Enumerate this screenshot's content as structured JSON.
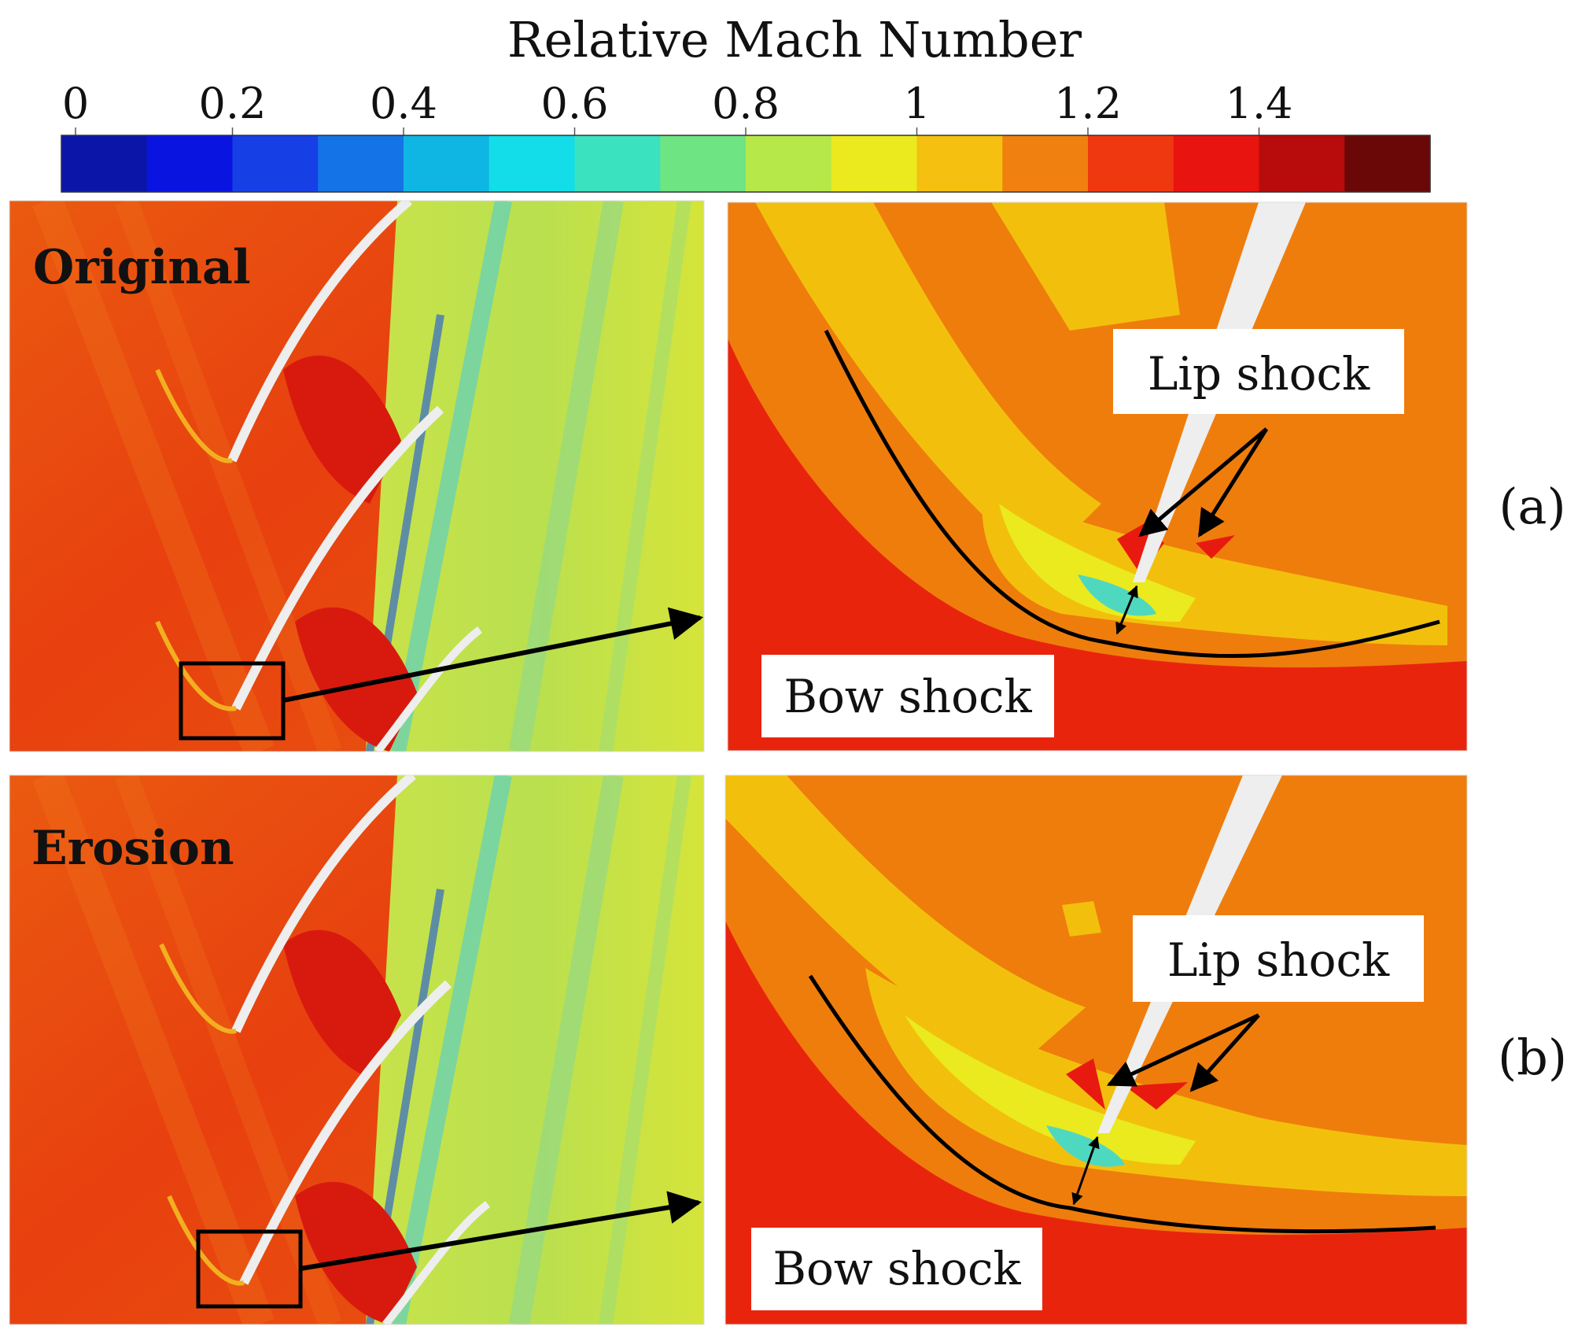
{
  "colorbar": {
    "title": "Relative Mach Number",
    "ticks": [
      "0",
      "0.2",
      "0.4",
      "0.6",
      "0.8",
      "1",
      "1.2",
      "1.4"
    ],
    "colors": [
      "#0b16a8",
      "#0a14e0",
      "#1640e6",
      "#1473e6",
      "#0fb6e3",
      "#13dde9",
      "#3be2c0",
      "#6ee482",
      "#b7e84a",
      "#eaea1e",
      "#f5c010",
      "#f08010",
      "#f03810",
      "#e8140f",
      "#b80c0c",
      "#6a0808"
    ]
  },
  "panels": [
    {
      "id": "a",
      "title": "Original",
      "panel_label": "(a)",
      "lip_label": "Lip shock",
      "bow_label": "Bow shock"
    },
    {
      "id": "b",
      "title": "Erosion",
      "panel_label": "(b)",
      "lip_label": "Lip shock",
      "bow_label": "Bow shock"
    }
  ]
}
